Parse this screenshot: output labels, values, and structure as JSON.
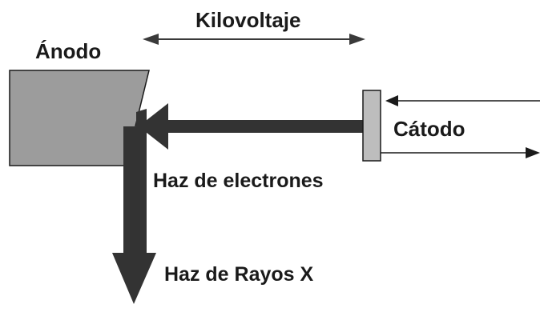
{
  "diagram": {
    "labels": {
      "kilovoltage": "Kilovoltaje",
      "anode": "Ánodo",
      "cathode": "Cátodo",
      "electron_beam": "Haz de electrones",
      "xray_beam": "Haz de Rayos X"
    },
    "colors": {
      "anode_fill": "#9c9c9c",
      "cathode_fill": "#bdbdbd",
      "beam": "#333333",
      "outline": "#1a1a1a",
      "text": "#1a1a1a",
      "arrow_gray": "#3a3a3a"
    }
  }
}
